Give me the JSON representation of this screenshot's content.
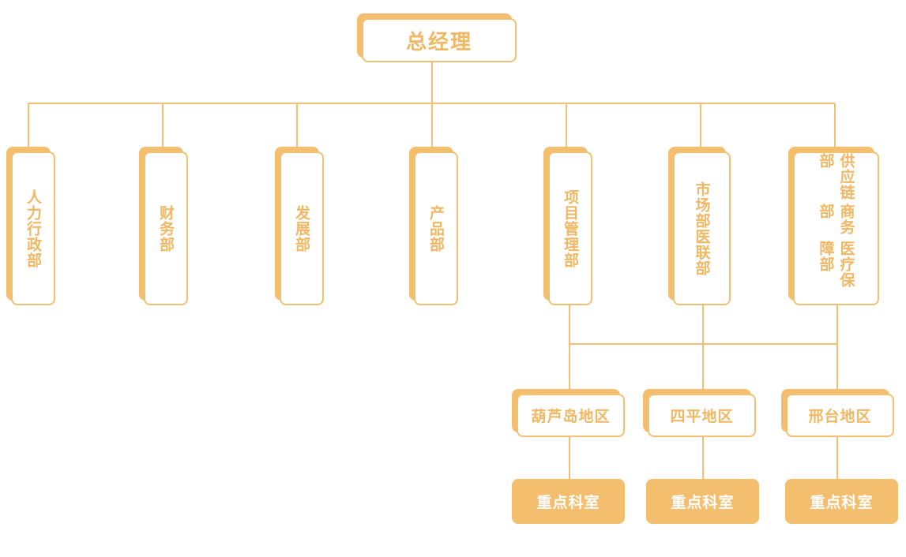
{
  "root": {
    "label": "总经理"
  },
  "departments": [
    {
      "key": "hr",
      "label": "人力行政部"
    },
    {
      "key": "finance",
      "label": "财务部"
    },
    {
      "key": "development",
      "label": "发展部"
    },
    {
      "key": "product",
      "label": "产品部"
    },
    {
      "key": "project",
      "label": "项目管理部"
    },
    {
      "key": "market",
      "columns": [
        "市场部",
        "医联部"
      ]
    },
    {
      "key": "supply",
      "columns": [
        "供应链部",
        "商务部",
        "医疗保障部"
      ]
    }
  ],
  "regions": [
    {
      "label": "葫芦岛地区",
      "child": "重点科室"
    },
    {
      "label": "四平地区",
      "child": "重点科室"
    },
    {
      "label": "邢台地区",
      "child": "重点科室"
    }
  ],
  "colors": {
    "accent": "#f3be6e",
    "line": "#f3c071",
    "text": "#f0b764"
  }
}
